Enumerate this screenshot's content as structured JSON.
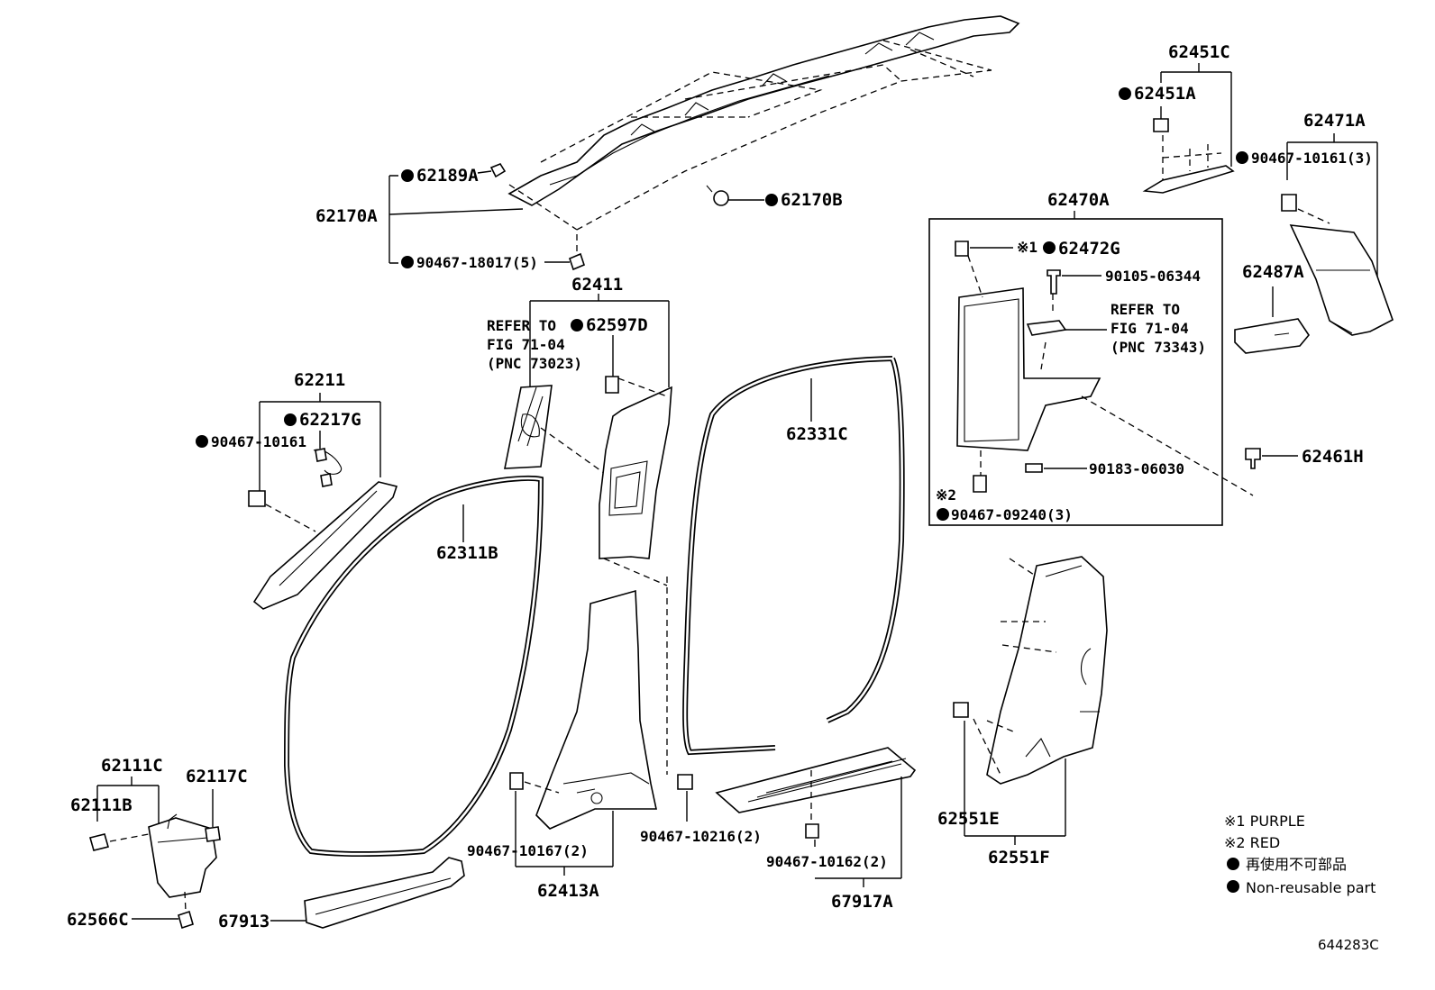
{
  "callouts": {
    "p62170A": "62170A",
    "p62189A": "62189A",
    "p90467_18017": "90467-18017(5)",
    "p62170B": "62170B",
    "p62411": "62411",
    "p62597D": "62597D",
    "ref1_l1": "REFER TO",
    "ref1_l2": "FIG 71-04",
    "ref1_l3": "(PNC 73023)",
    "p62211": "62211",
    "p62217G": "62217G",
    "p90467_10161": "90467-10161",
    "p62311B": "62311B",
    "p62331C": "62331C",
    "p62451C": "62451C",
    "p62451A": "62451A",
    "p62471A": "62471A",
    "p90467_10161_3": "90467-10161(3)",
    "p62470A": "62470A",
    "p62472G": "62472G",
    "note1_mark": "※1",
    "p90105_06344": "90105-06344",
    "ref2_l1": "REFER TO",
    "ref2_l2": "FIG 71-04",
    "ref2_l3": "(PNC 73343)",
    "p62487A": "62487A",
    "p62461H": "62461H",
    "p90183_06030": "90183-06030",
    "note2_mark": "※2",
    "p90467_09240": "90467-09240(3)",
    "p62111C": "62111C",
    "p62111B": "62111B",
    "p62117C": "62117C",
    "p62566C": "62566C",
    "p67913": "67913",
    "p90467_10167": "90467-10167(2)",
    "p62413A": "62413A",
    "p90467_10216": "90467-10216(2)",
    "p90467_10162": "90467-10162(2)",
    "p67917A": "67917A",
    "p62551E": "62551E",
    "p62551F": "62551F"
  },
  "legend": {
    "note1": "※1  PURPLE",
    "note2": "※2  RED",
    "nonreuse_jp": "再使用不可部品",
    "nonreuse_en": "Non-reusable part"
  },
  "figure_id": "644283C"
}
